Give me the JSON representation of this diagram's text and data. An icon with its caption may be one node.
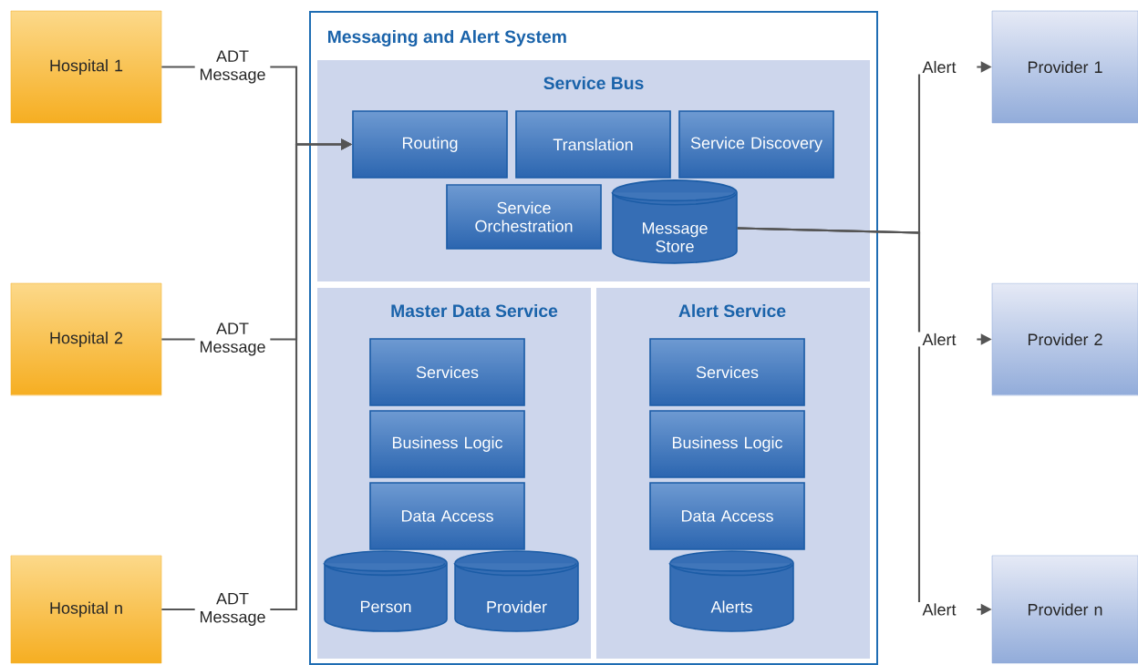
{
  "diagram": {
    "nodes": [
      {
        "text": [
          "Hospital 1"
        ]
      },
      {
        "text": [
          "Hospital 2"
        ]
      },
      {
        "text": [
          "Hospital n"
        ]
      },
      {
        "text": [
          "Messaging and Alert System"
        ]
      },
      {
        "text": [
          "Service Bus"
        ],
        "in": 3
      },
      {
        "text": [
          "Routing"
        ],
        "in": 4
      },
      {
        "text": [
          "Translation"
        ],
        "in": 4
      },
      {
        "text": [
          "Service Discovery"
        ],
        "in": 4
      },
      {
        "text": [
          "Service Orchestration"
        ],
        "in": 4
      },
      {
        "text": [
          "Message Store"
        ],
        "in": 4
      },
      {
        "text": [
          "Master Data Service"
        ],
        "in": 3
      },
      {
        "text": [
          "Services"
        ],
        "in": 10
      },
      {
        "text": [
          "Business Logic"
        ],
        "in": 10
      },
      {
        "text": [
          "Data Access"
        ],
        "in": 10
      },
      {
        "text": [
          "Person"
        ],
        "in": 10
      },
      {
        "text": [
          "Provider"
        ],
        "in": 10
      },
      {
        "text": [
          "Alert Service"
        ],
        "in": 3
      },
      {
        "text": [
          "Services"
        ],
        "in": 16
      },
      {
        "text": [
          "Business Logic"
        ],
        "in": 16
      },
      {
        "text": [
          "Data Access"
        ],
        "in": 16
      },
      {
        "text": [
          "Alerts"
        ],
        "in": 16
      },
      {
        "text": [
          "Provider 1"
        ]
      },
      {
        "text": [
          "Provider 2"
        ]
      },
      {
        "text": [
          "Provider n"
        ]
      }
    ],
    "edges": [
      {
        "from": 0,
        "to": 5,
        "arrow": "to",
        "label": "ADT Message"
      },
      {
        "from": 1,
        "to": 5,
        "arrow": "to",
        "label": "ADT Message"
      },
      {
        "from": 2,
        "to": 5,
        "arrow": "to",
        "label": "ADT Message"
      },
      {
        "from": 9,
        "to": 21,
        "arrow": "to",
        "label": "Alert"
      },
      {
        "from": 9,
        "to": 22,
        "arrow": "to",
        "label": "Alert"
      },
      {
        "from": 9,
        "to": 23,
        "arrow": "to",
        "label": "Alert"
      }
    ]
  }
}
